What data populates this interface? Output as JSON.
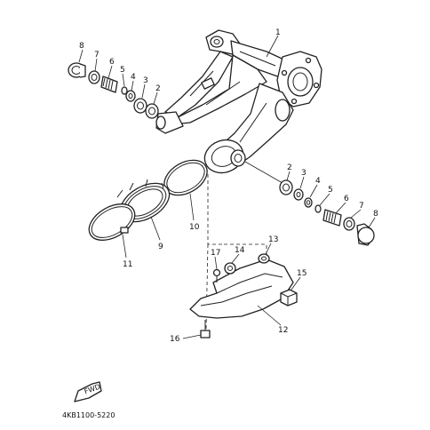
{
  "diagram": {
    "part_code": "4KB1100-5220",
    "fwd_label": "FWD",
    "callouts": [
      {
        "id": "c1",
        "label": "1"
      },
      {
        "id": "c2a",
        "label": "2"
      },
      {
        "id": "c3a",
        "label": "3"
      },
      {
        "id": "c4a",
        "label": "4"
      },
      {
        "id": "c5a",
        "label": "5"
      },
      {
        "id": "c6a",
        "label": "6"
      },
      {
        "id": "c7a",
        "label": "7"
      },
      {
        "id": "c8a",
        "label": "8"
      },
      {
        "id": "c2b",
        "label": "2"
      },
      {
        "id": "c3b",
        "label": "3"
      },
      {
        "id": "c4b",
        "label": "4"
      },
      {
        "id": "c5b",
        "label": "5"
      },
      {
        "id": "c6b",
        "label": "6"
      },
      {
        "id": "c7b",
        "label": "7"
      },
      {
        "id": "c8b",
        "label": "8"
      },
      {
        "id": "c9",
        "label": "9"
      },
      {
        "id": "c10",
        "label": "10"
      },
      {
        "id": "c11",
        "label": "11"
      },
      {
        "id": "c12",
        "label": "12"
      },
      {
        "id": "c13",
        "label": "13"
      },
      {
        "id": "c14",
        "label": "14"
      },
      {
        "id": "c15",
        "label": "15"
      },
      {
        "id": "c16",
        "label": "16"
      },
      {
        "id": "c17",
        "label": "17"
      }
    ]
  }
}
